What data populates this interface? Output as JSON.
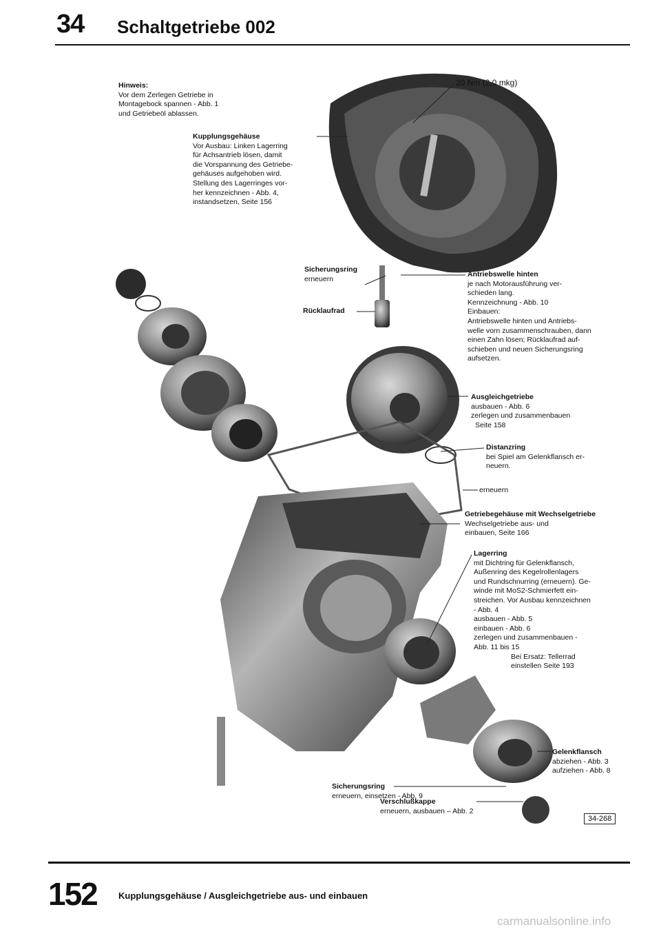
{
  "header": {
    "number": "34",
    "title": "Schaltgetriebe 002"
  },
  "labels": {
    "hinweis": {
      "title": "Hinweis:",
      "lines": [
        "Vor dem Zerlegen Getriebe in",
        "Montagebock spannen - Abb. 1",
        "und Getriebeöl ablassen."
      ]
    },
    "torque": "20 Nm (2,0 mkg)",
    "kupplung": {
      "title": "Kupplungsgehäuse",
      "lines": [
        "Vor Ausbau: Linken Lagerring",
        "für Achsantrieb lösen, damit",
        "die Vorspannung des Getriebe-",
        "gehäuses aufgehoben wird.",
        "Stellung des Lagerringes vor-",
        "her kennzeichnen - Abb. 4,",
        "instandsetzen, Seite 156"
      ]
    },
    "sicherungsring1": {
      "title": "Sicherungsring",
      "lines": [
        "erneuern"
      ]
    },
    "antrieb": {
      "title": "Antriebswelle hinten",
      "lines": [
        "je nach Motorausführung ver-",
        "schieden lang.",
        "Kennzeichnung - Abb. 10",
        "Einbauen:",
        "Antriebswelle hinten und Antriebs-",
        "welle vorn zusammenschrauben, dann",
        "einen Zahn lösen; Rücklaufrad auf-",
        "schieben und neuen Sicherungsring",
        "aufsetzen."
      ]
    },
    "ruecklauf": "Rücklaufrad",
    "ausgleich": {
      "title": "Ausgleichgetriebe",
      "lines": [
        "ausbauen - Abb. 6",
        "zerlegen und zusammenbauen"
      ],
      "indent_line": "Seite 158"
    },
    "distanz": {
      "title": "Distanzring",
      "lines": [
        "bei Spiel am Gelenkflansch er-",
        "neuern."
      ]
    },
    "erneuern": "erneuern",
    "gehaeuse": {
      "title": "Getriebegehäuse mit Wechselgetriebe",
      "lines": [
        "Wechselgetriebe aus- und",
        "einbauen, Seite 166"
      ]
    },
    "lagerring": {
      "title": "Lagerring",
      "lines": [
        "mit Dichtring für Gelenkflansch,",
        "Außenring des Kegelrollenlagers",
        "und Rundschnurring (erneuern). Ge-",
        "winde mit MoS2-Schmierfett ein-",
        "streichen. Vor Ausbau kennzeichnen",
        "- Abb. 4",
        "ausbauen  - Abb. 5",
        "einbauen  - Abb. 6",
        "zerlegen und zusammenbauen -",
        "Abb. 11 bis 15"
      ],
      "indent_lines": [
        "Bei Ersatz: Tellerrad",
        "einstellen Seite 193"
      ]
    },
    "gelenk": {
      "title": "Gelenkflansch",
      "lines": [
        "abziehen  - Abb. 3",
        "aufziehen - Abb. 8"
      ]
    },
    "sicherungsring2": {
      "title": "Sicherungsring",
      "lines": [
        "erneuern, einsetzen - Abb. 9"
      ]
    },
    "verschluss": {
      "title": "Verschlußkappe",
      "lines": [
        "erneuern, ausbauen  –  Abb. 2"
      ]
    }
  },
  "figure_id": "34-268",
  "footer": {
    "page_number": "152",
    "title": "Kupplungsgehäuse / Ausgleichgetriebe aus- und einbauen"
  },
  "watermark": "carmanualsonline.info"
}
